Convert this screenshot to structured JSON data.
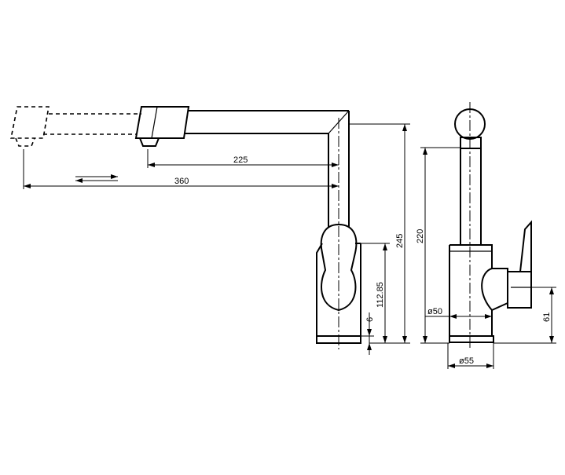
{
  "dimensions": {
    "d225": "225",
    "d360": "360",
    "d245": "245",
    "d220": "220",
    "d112": "112.85",
    "d6": "6",
    "d50": "ø50",
    "d55": "ø55",
    "d61": "61"
  },
  "colors": {
    "line": "#000000",
    "background": "#ffffff"
  }
}
